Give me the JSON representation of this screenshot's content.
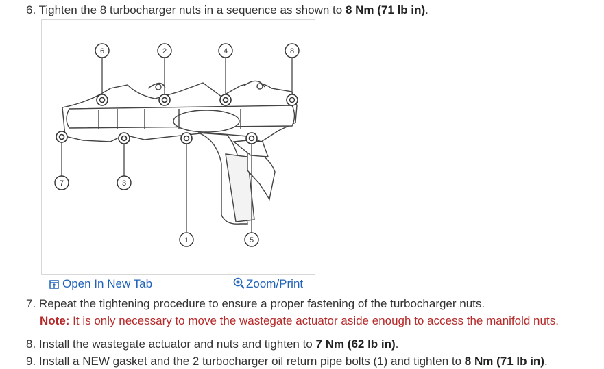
{
  "steps": {
    "s6": {
      "num": "6.",
      "text": "Tighten the 8 turbocharger nuts in a sequence as shown to ",
      "torque": "8 Nm (71 lb in)",
      "end": "."
    },
    "s7": {
      "num": "7.",
      "text": "Repeat the tightening procedure to ensure a proper fastening of the turbocharger nuts."
    },
    "note7": {
      "label": "Note:",
      "text": " It is only necessary to move the wastegate actuator aside enough to access the manifold nuts."
    },
    "s8": {
      "num": "8.",
      "text": "Install the wastegate actuator and nuts and tighten to ",
      "torque": "7 Nm (62 lb in)",
      "end": "."
    },
    "s9": {
      "num": "9.",
      "text": "Install a NEW gasket and the 2 turbocharger oil return pipe bolts (1) and tighten to ",
      "torque": "8 Nm (71 lb in)",
      "end": "."
    }
  },
  "figure": {
    "callouts": [
      "6",
      "2",
      "4",
      "8",
      "7",
      "3",
      "1",
      "5"
    ],
    "open_tab_label": "Open In New Tab",
    "zoom_label": "Zoom/Print",
    "open_tab_icon": "open-new-tab-icon",
    "zoom_icon": "zoom-in-icon",
    "link_color": "#1f63b8",
    "note_color": "#b52a2a"
  }
}
